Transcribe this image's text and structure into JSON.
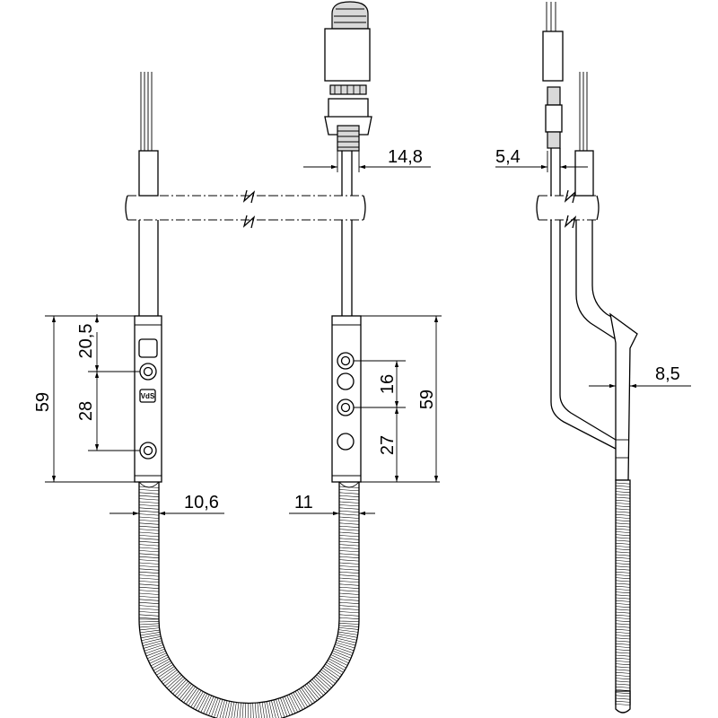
{
  "dimensions": {
    "connector_width": "14,8",
    "cable_diameter": "5,4",
    "height_left": "59",
    "top_offset": "20,5",
    "hole_spacing_left": "28",
    "hole_spacing_right_top": "16",
    "hole_spacing_right_bottom": "27",
    "height_right": "59",
    "hose_left": "10,6",
    "hose_right": "11",
    "body_thickness": "8,5"
  },
  "marking": "VdS"
}
